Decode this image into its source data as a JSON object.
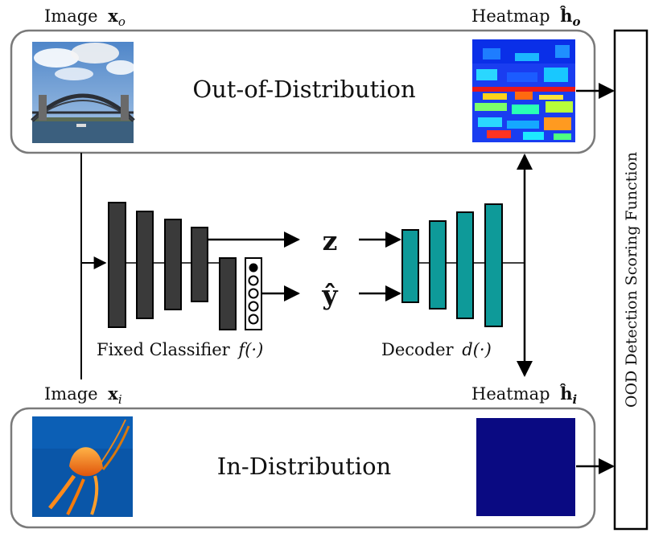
{
  "ood_panel": {
    "label": "Out-of-Distribution",
    "image_label": "Image",
    "image_var": "x",
    "image_sub": "o",
    "heatmap_label": "Heatmap",
    "heatmap_var": "ĥ",
    "heatmap_sub": "o"
  },
  "id_panel": {
    "label": "In-Distribution",
    "image_label": "Image",
    "image_var": "x",
    "image_sub": "i",
    "heatmap_label": "Heatmap",
    "heatmap_var": "ĥ",
    "heatmap_sub": "i"
  },
  "classifier": {
    "label": "Fixed Classifier",
    "func": "f(·)",
    "layer_color": "#3a3a3a"
  },
  "decoder": {
    "label": "Decoder",
    "func": "d(·)",
    "layer_color": "#0e9a99"
  },
  "latent": {
    "z": "z",
    "y": "ŷ"
  },
  "scoring": {
    "label": "OOD Detection Scoring Function"
  },
  "colors": {
    "panel_border": "#7a7a7a",
    "heatmap_id": "#0a0a82",
    "water": "#0a56a8",
    "jellyfish": "#f28a10"
  }
}
